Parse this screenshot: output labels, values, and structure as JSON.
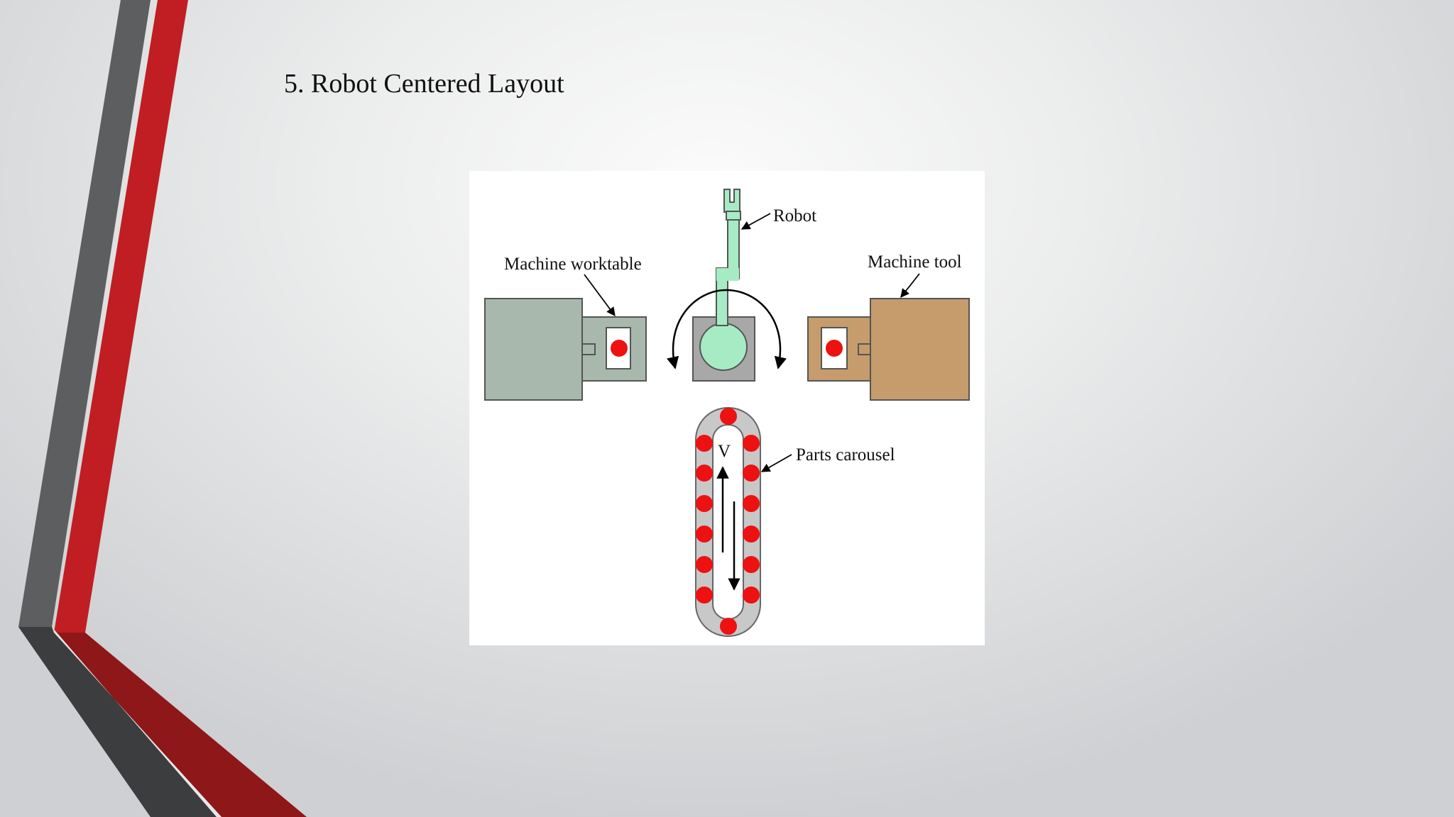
{
  "slide": {
    "title": "5. Robot Centered Layout"
  },
  "diagram": {
    "labels": {
      "robot": "Robot",
      "machine_worktable": "Machine worktable",
      "machine_tool": "Machine tool",
      "parts_carousel": "Parts carousel",
      "velocity": "V"
    },
    "colors": {
      "accent_red": "#c01e22",
      "accent_gray": "#5a5c5e",
      "worktable": "#a8b8ad",
      "machine_tool": "#c69c6d",
      "robot": "#a6ebc4",
      "robot_base": "#a8a8a8",
      "part": "#ee1111"
    }
  }
}
